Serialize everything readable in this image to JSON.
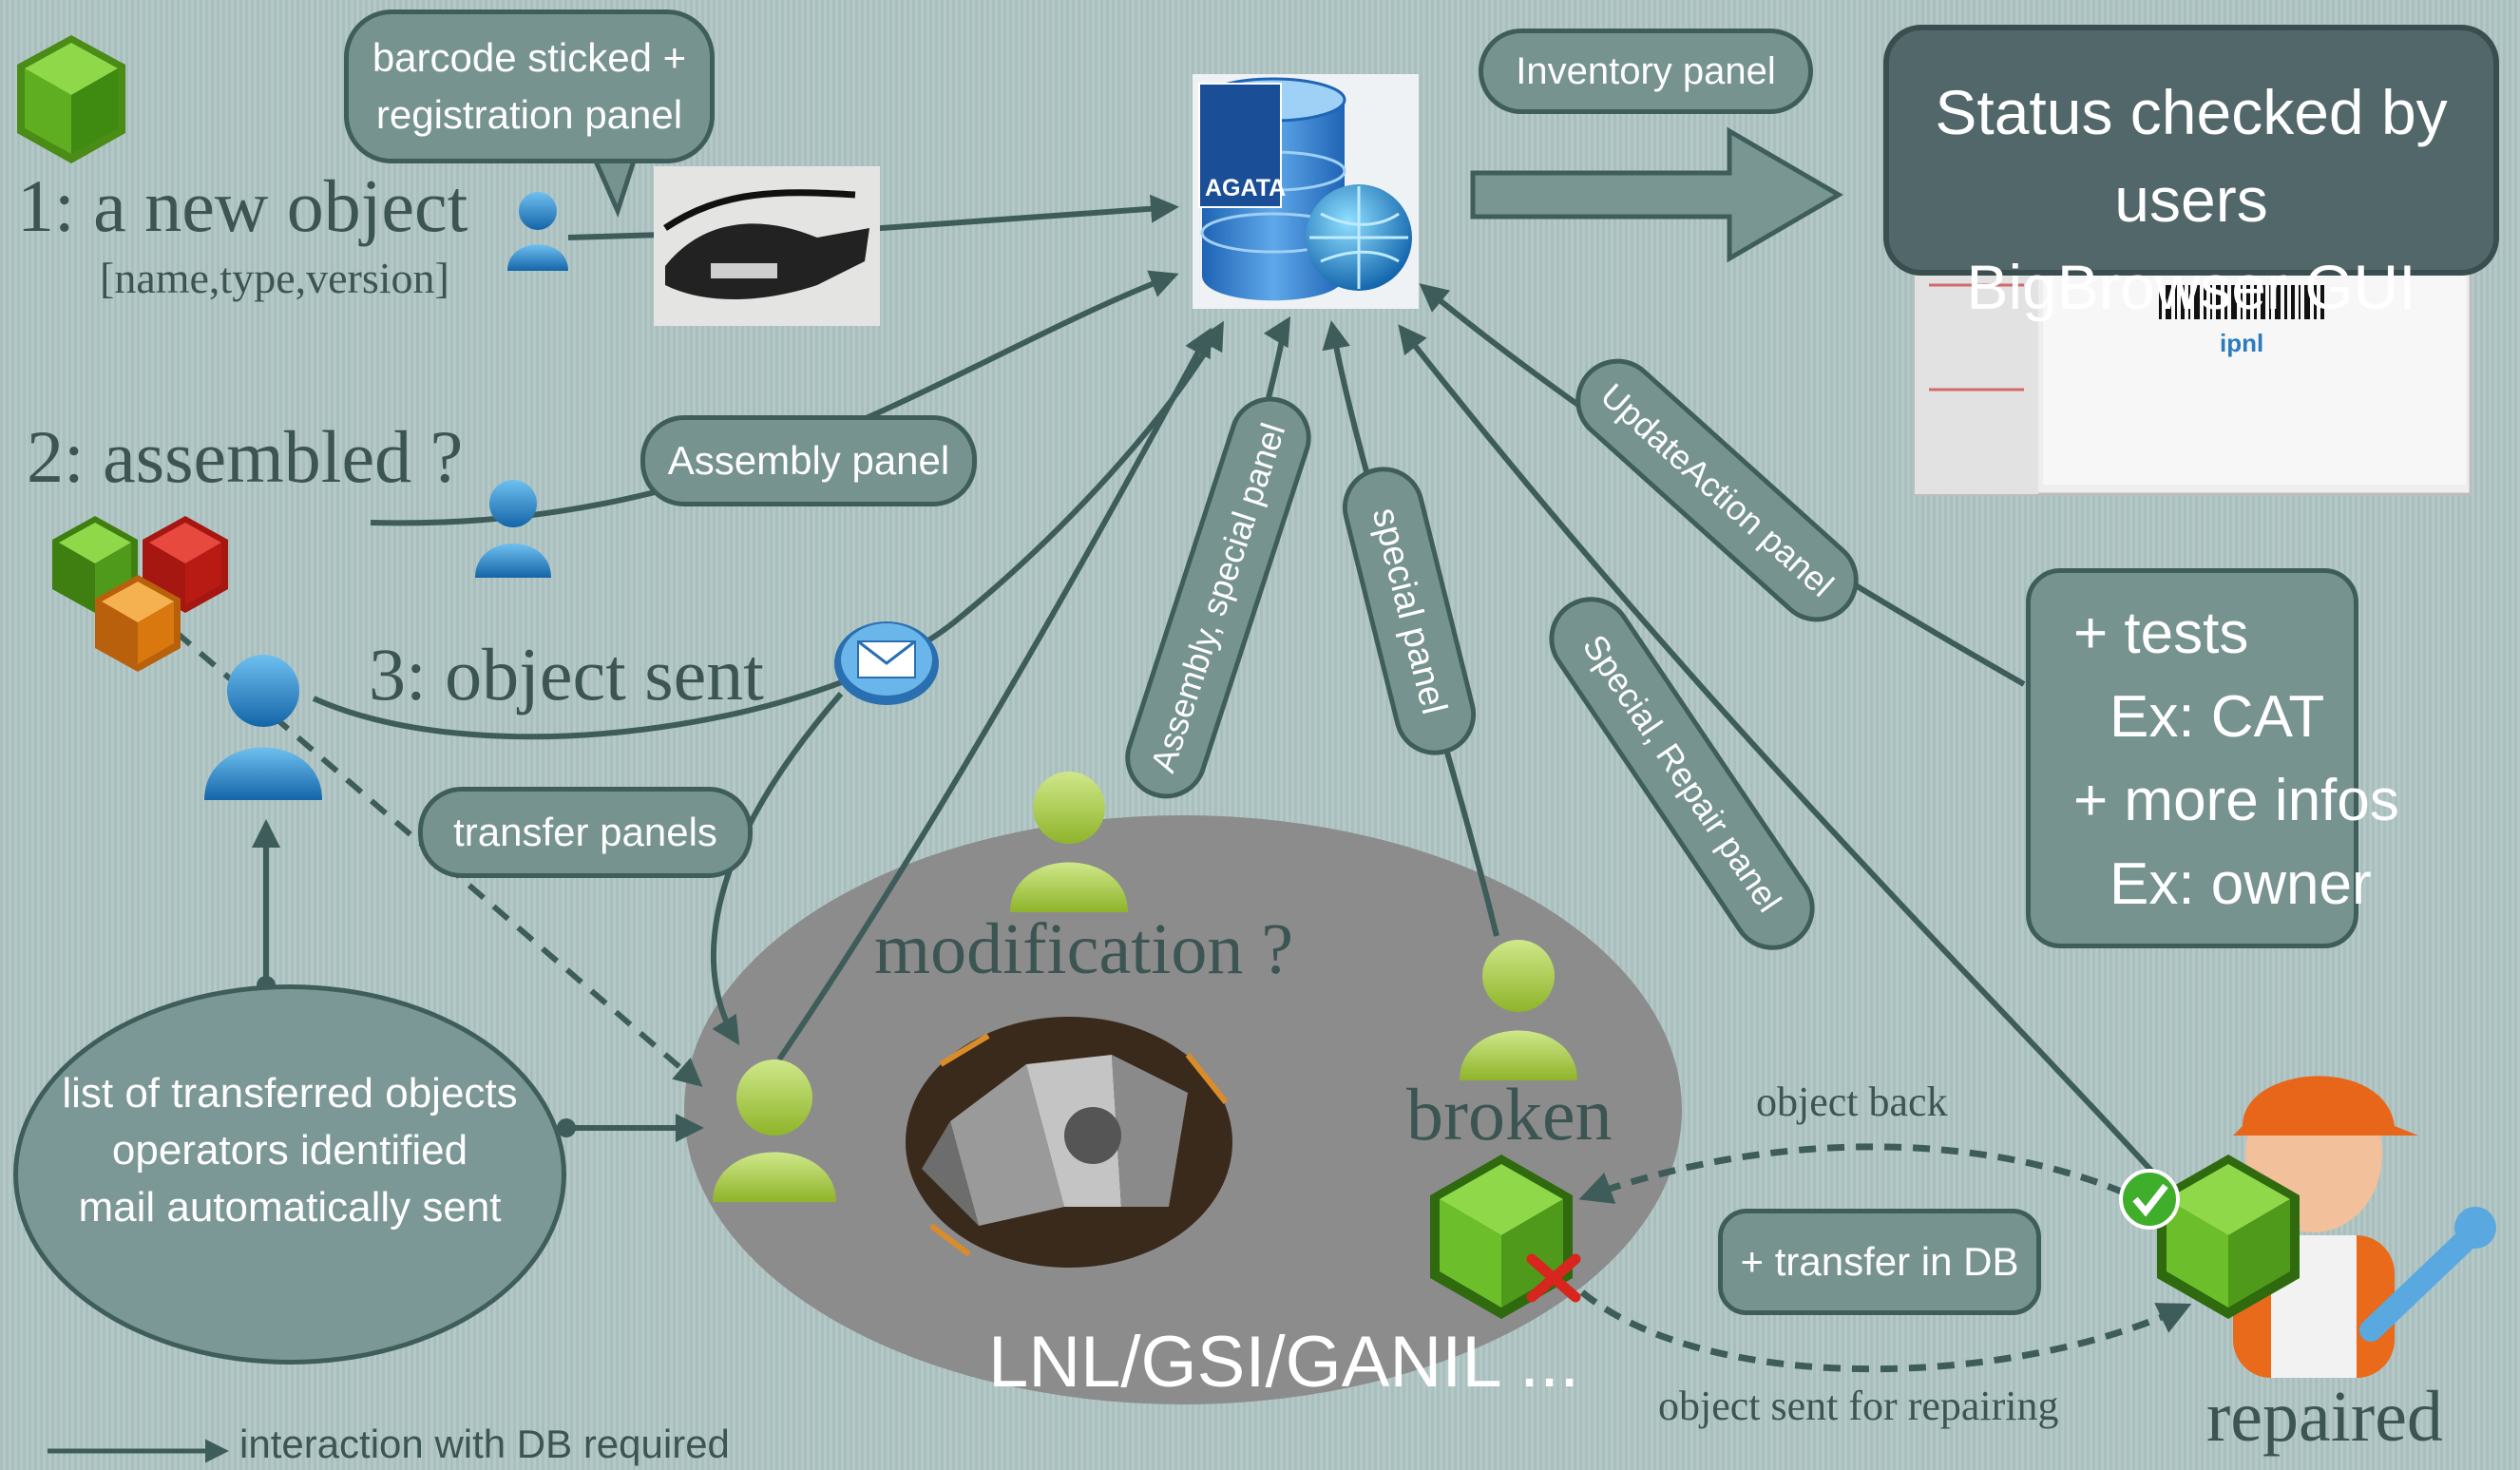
{
  "steps": {
    "new_object": "1: a new object",
    "new_object_fields": "[name,type,version]",
    "assembled": "2: assembled ?",
    "object_sent": "3: object sent"
  },
  "panels": {
    "barcode_line1": "barcode sticked +",
    "barcode_line2": "registration panel",
    "inventory": "Inventory panel",
    "assembly": "Assembly panel",
    "transfer": "transfer panels",
    "assembly_special": "Assembly, special panel",
    "special": "special panel",
    "update_action": "UpdateAction panel",
    "special_repair": "Special, Repair panel",
    "transfer_db": "+ transfer in DB"
  },
  "status_box": {
    "line1": "Status checked by users",
    "line2": "BigBrowser GUI"
  },
  "info_box": [
    "+ tests",
    "Ex: CAT",
    "+ more infos",
    "Ex: owner"
  ],
  "list_ellipse": [
    "list of transferred objects",
    "operators identified",
    "mail automatically sent"
  ],
  "database_logo": "AGATA",
  "browser_logo": "ipnl",
  "center": {
    "modification": "modification ?",
    "broken": "broken",
    "sites": "LNL/GSI/GANIL ...",
    "object_back": "object back",
    "object_sent_repair": "object sent for repairing",
    "repaired": "repaired"
  },
  "legend": "interaction with DB required",
  "colors": {
    "background": "#b0c4c3",
    "panel_fill": "#76938f",
    "panel_border": "#3f5e5b",
    "arrow": "#3e5d5a",
    "green_cube": "#6cbf2a",
    "red_cube": "#d21f1a",
    "orange_cube": "#e98a1d",
    "blue_user": "#1f7fc6",
    "green_user": "#a8c73a",
    "center_ellipse": "#8c8c8c"
  }
}
